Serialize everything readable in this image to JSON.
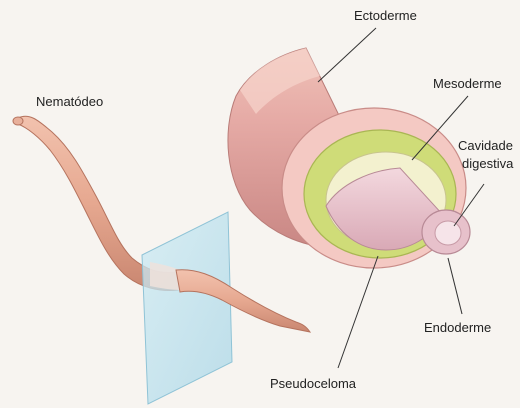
{
  "labels": {
    "nematode": "Nematódeo",
    "ectoderm": "Ectoderme",
    "mesoderm": "Mesoderme",
    "digestive_cavity_line1": "Cavidade",
    "digestive_cavity_line2": "digestiva",
    "endoderm": "Endoderme",
    "pseudocoelom": "Pseudoceloma"
  },
  "colors": {
    "background": "#f7f4f0",
    "worm_body": "#e6a890",
    "ectoderm": "#e2a3a0",
    "ectoderm_cut_face": "#f4c9c3",
    "mesoderm": "#cfdc78",
    "pseudocoelom": "#f3f1cf",
    "endoderm": "#e7c1cb",
    "digestive_cavity": "#f6e4e9",
    "cut_plane": "#bfe3ef"
  }
}
